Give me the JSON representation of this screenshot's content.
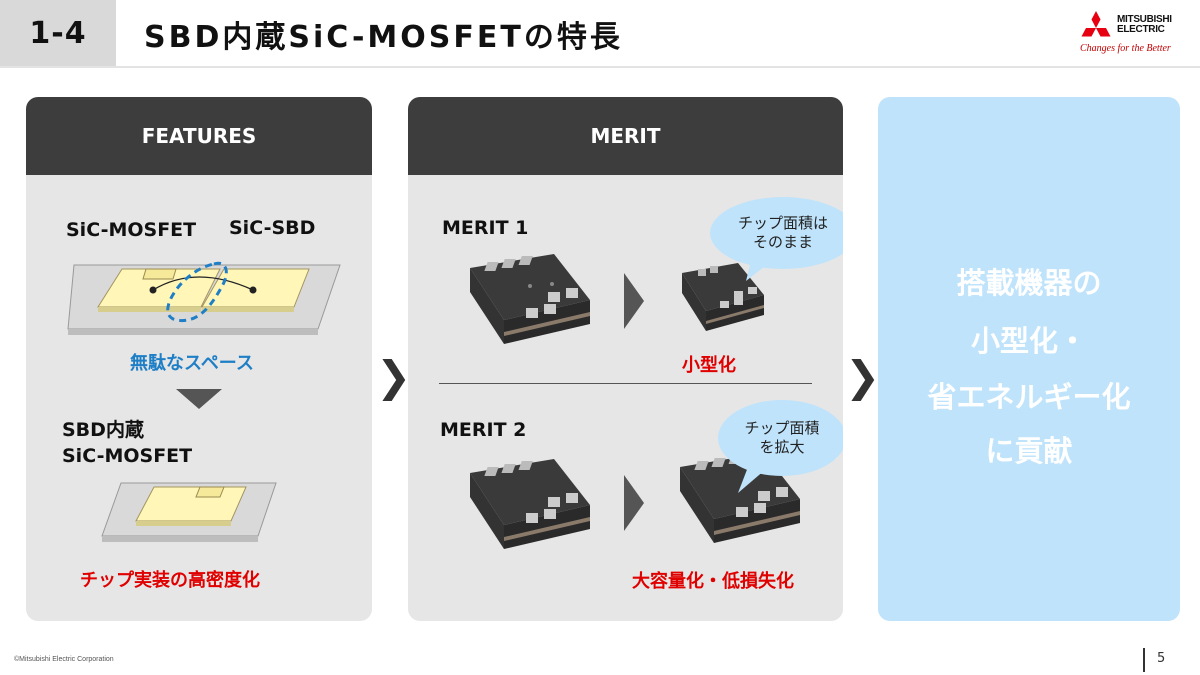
{
  "header": {
    "number": "1-4",
    "title": "SBD内蔵SiC-MOSFETの特長",
    "logo_brand_line1": "MITSUBISHI",
    "logo_brand_line2": "ELECTRIC",
    "logo_tagline": "Changes for the Better"
  },
  "features": {
    "heading": "FEATURES",
    "label_mosfet": "SiC-MOSFET",
    "label_sbd": "SiC-SBD",
    "wasted_space": "無駄なスペース",
    "combined_line1": "SBD内蔵",
    "combined_line2": "SiC-MOSFET",
    "result": "チップ実装の高密度化"
  },
  "merit": {
    "heading": "MERIT",
    "m1_title": "MERIT 1",
    "m1_bubble_line1": "チップ面積は",
    "m1_bubble_line2": "そのまま",
    "m1_result": "小型化",
    "m2_title": "MERIT 2",
    "m2_bubble_line1": "チップ面積",
    "m2_bubble_line2": "を拡大",
    "m2_result": "大容量化・低損失化"
  },
  "conclusion": {
    "line1": "搭載機器の",
    "line2": "小型化・",
    "line3": "省エネルギー化",
    "line4": "に貢献"
  },
  "footer": {
    "copyright": "©Mitsubishi Electric Corporation",
    "page": "5"
  },
  "colors": {
    "accent_red": "#e00000",
    "accent_blue": "#1f7fc6",
    "light_blue": "#bfe3fb",
    "dark_header": "#3d3d3d"
  }
}
